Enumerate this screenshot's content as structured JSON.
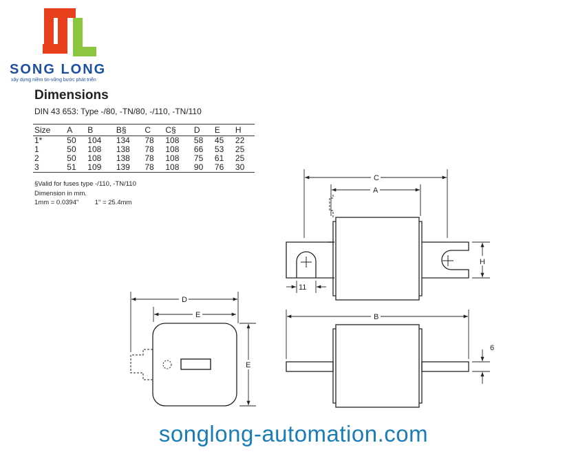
{
  "brand": {
    "name": "SONG LONG",
    "tagline": "xây dựng niềm tin-vững bước phát triển",
    "website": "songlong-automation.com",
    "colors": {
      "logo_red": "#e8401c",
      "logo_green": "#8cc63e",
      "brand_blue": "#1d4fa0",
      "website_blue": "#1a7db5"
    }
  },
  "doc": {
    "title": "Dimensions",
    "subtitle": "DIN 43 653: Type -/80,  -TN/80, -/110,  -TN/110"
  },
  "table": {
    "headers": [
      "Size",
      "A",
      "B",
      "B§",
      "C",
      "C§",
      "D",
      "E",
      "H"
    ],
    "rows": [
      [
        "1*",
        "50",
        "104",
        "134",
        "78",
        "108",
        "58",
        "45",
        "22"
      ],
      [
        "1",
        "50",
        "108",
        "138",
        "78",
        "108",
        "66",
        "53",
        "25"
      ],
      [
        "2",
        "50",
        "108",
        "138",
        "78",
        "108",
        "75",
        "61",
        "25"
      ],
      [
        "3",
        "51",
        "109",
        "139",
        "78",
        "108",
        "90",
        "76",
        "30"
      ]
    ]
  },
  "notes": {
    "valid": "§Valid for fuses type -/110, -TN/110",
    "unit": "Dimension in mm.",
    "conv1": "1mm = 0.0394\"",
    "conv2": "1\" = 25.4mm"
  },
  "drawing": {
    "labels": {
      "C": "C",
      "A": "A",
      "H": "H",
      "w11": "11",
      "D": "D",
      "E_top": "E",
      "E_side": "E",
      "B": "B",
      "six": "6"
    }
  }
}
